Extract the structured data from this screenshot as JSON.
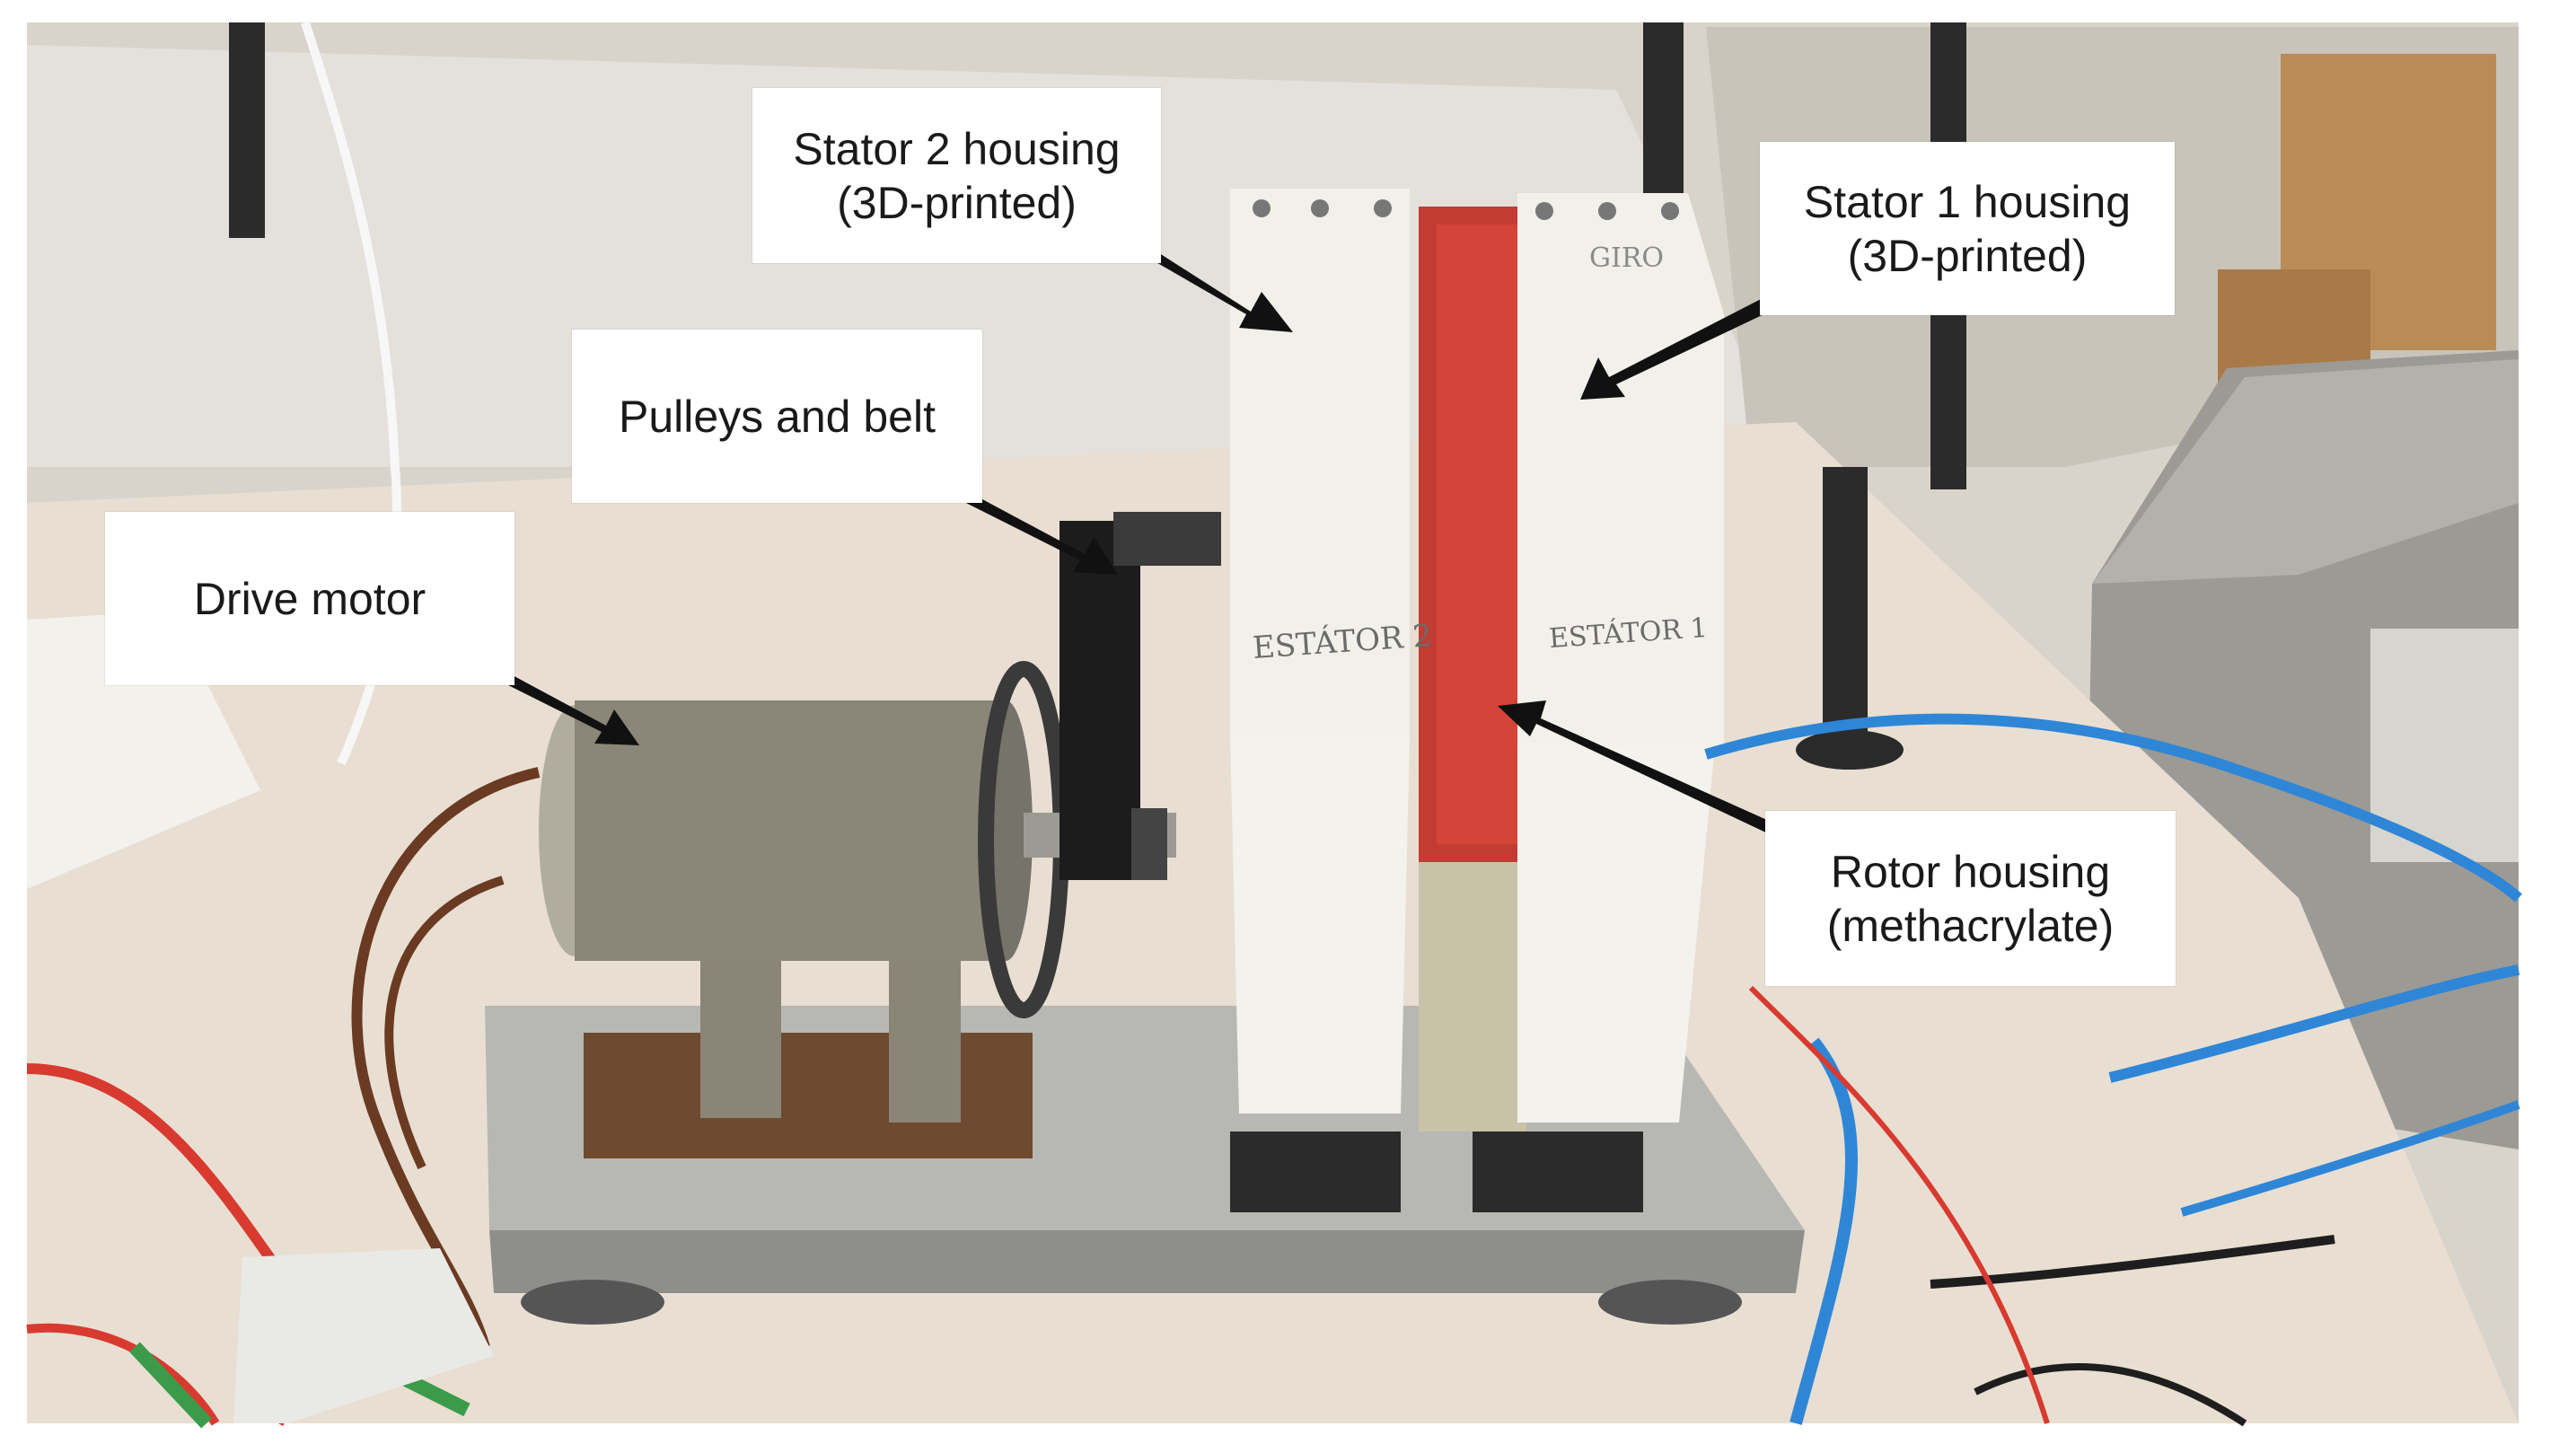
{
  "image": {
    "description_free": true,
    "colors": {
      "background": "#ffffff",
      "table": "#e8dfd2",
      "stator_white": "#f2f0ea",
      "rotor_red": "#d6453a",
      "motor_grey": "#8a8778",
      "base_steel": "#b7b8b4",
      "cable_blue": "#2f86d6",
      "cable_red": "#d83a30",
      "cable_brown": "#6b3a22"
    }
  },
  "labels": {
    "stator2": {
      "line1": "Stator 2 housing",
      "line2": "(3D-printed)"
    },
    "stator1": {
      "line1": "Stator 1 housing",
      "line2": "(3D-printed)"
    },
    "pulleys": {
      "line1": "Pulleys and belt"
    },
    "drive_motor": {
      "line1": "Drive motor"
    },
    "rotor": {
      "line1": "Rotor housing",
      "line2": "(methacrylate)"
    }
  },
  "markings": {
    "stator2_text": "ESTÁTOR 2",
    "stator1_text": "ESTÁTOR 1",
    "rotation_text": "GIRO"
  }
}
